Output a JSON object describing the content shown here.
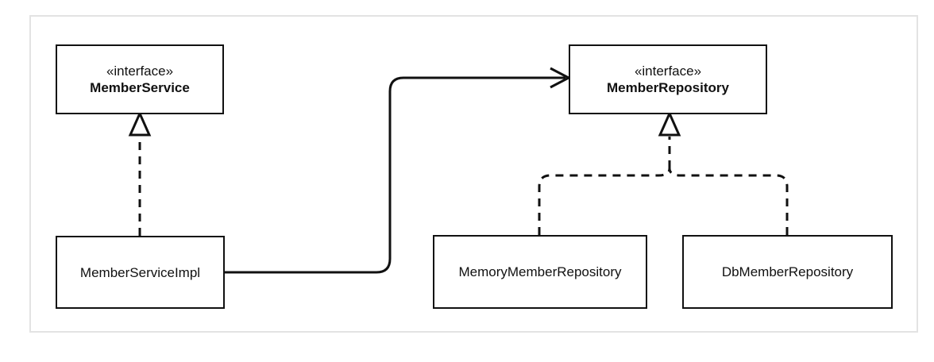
{
  "classes": {
    "member_service": {
      "stereotype": "«interface»",
      "name": "MemberService"
    },
    "member_repository": {
      "stereotype": "«interface»",
      "name": "MemberRepository"
    },
    "member_service_impl": {
      "name": "MemberServiceImpl"
    },
    "memory_member_repository": {
      "name": "MemoryMemberRepository"
    },
    "db_member_repository": {
      "name": "DbMemberRepository"
    }
  },
  "colors": {
    "line": "#111111",
    "frame": "#e3e3e3"
  }
}
